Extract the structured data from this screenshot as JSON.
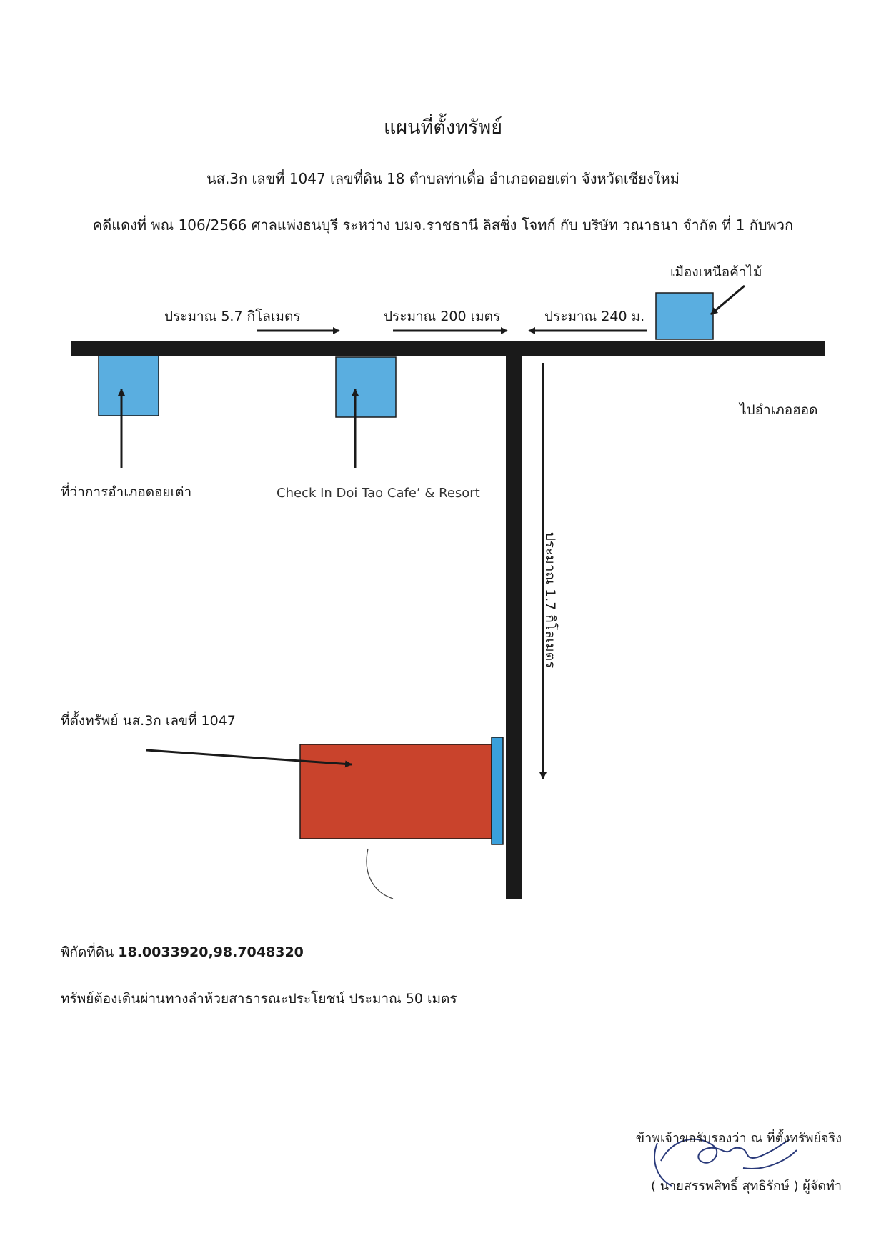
{
  "title": "แผนที่ตั้งทรัพย์",
  "subtitle_1": "นส.3ก เลขที่ 1047  เลขที่ดิน 18   ตำบลท่าเดื่อ อำเภอดอยเต่า จังหวัดเชียงใหม่",
  "subtitle_2": "คดีแดงที่ พณ 106/2566 ศาลแพ่งธนบุรี ระหว่าง บมจ.ราชธานี ลิสซิ่ง โจทก์ กับ บริษัท วณาธนา จำกัด ที่ 1 กับพวก",
  "map": {
    "distance_left": "ประมาณ 5.7 กิโลเมตร",
    "distance_middle": "ประมาณ 200 เมตร",
    "distance_right": "ประมาณ 240 ม.",
    "distance_vertical": "ประมาณ 1.7 กิโลเมตร",
    "landmark_lumber": "เมืองเหนือค้าไม้",
    "landmark_district_office": "ที่ว่าการอำเภอดอยเต่า",
    "landmark_resort": "Check In Doi Tao Cafe’ & Resort",
    "direction_hot": "ไปอำเภอฮอด",
    "property_label": "ที่ตั้งทรัพย์ นส.3ก เลขที่ 1047",
    "colors": {
      "road": "#1a1a1a",
      "landmark": "#5aaee0",
      "property": "#c9432c",
      "path": "#3aa0dc"
    }
  },
  "coordinates_label": "พิกัดที่ดิน",
  "coordinates_value": "18.0033920,98.7048320",
  "access_note": "ทรัพย์ต้องเดินผ่านทางลำห้วยสาธารณะประโยชน์ ประมาณ 50 เมตร",
  "certification": "ข้าพเจ้าขอรับรองว่า ณ ที่ตั้งทรัพย์จริง",
  "preparer": "( นายสรรพสิทธิ์ สุทธิรักษ์ ) ผู้จัดทำ"
}
